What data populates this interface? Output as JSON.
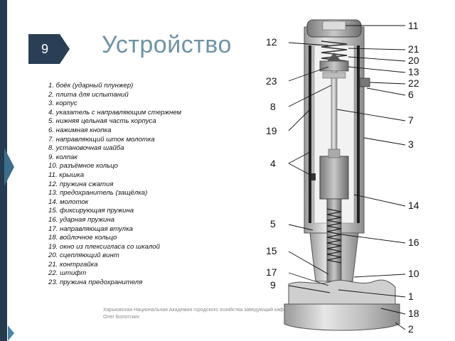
{
  "slide": {
    "number": "9",
    "title": "Устройство"
  },
  "parts": [
    "1. боёк (ударный плунжер)",
    "2. плита для испытаний",
    "3. корпус",
    "4. указатель с направляющим стержнем",
    "5. нижняя цельная часть корпуса",
    "6. нажимная кнопка",
    "7. направляющий шток молотка",
    "8. установочная шайба",
    "9. колпак",
    "10. разъёмное кольцо",
    "11. крышка",
    "12. пружина сжатия",
    "13. предохранитель (защёлка)",
    "14. молоток",
    "15. фиксирующая пружина",
    "16. ударная пружина",
    "17. направляющая втулка",
    "18. войлочное кольцо",
    "19. окно из плексигласа со шкалой",
    "20. сцепляющий винт",
    "21. контргайка",
    "22. штифт",
    "23. пружина предохранителя"
  ],
  "footer": {
    "line1": "Харьковская Национальная Академия городского хозяйства заведующий кафедрой д.т.н.инженер",
    "line2": "Олег Болотских"
  },
  "diagram_labels": {
    "l11": "11",
    "l12": "12",
    "l21": "21",
    "l20": "20",
    "l13": "13",
    "l23": "23",
    "l22": "22",
    "l6": "6",
    "l8": "8",
    "l7": "7",
    "l19": "19",
    "l3": "3",
    "l4": "4",
    "l14": "14",
    "l5": "5",
    "l16": "16",
    "l15": "15",
    "l17": "17",
    "l10": "10",
    "l9": "9",
    "l1": "1",
    "l18": "18",
    "l2": "2"
  },
  "colors": {
    "accent": "#253a4f",
    "title": "#6f93a8",
    "number_badge": "#2a3f55"
  }
}
